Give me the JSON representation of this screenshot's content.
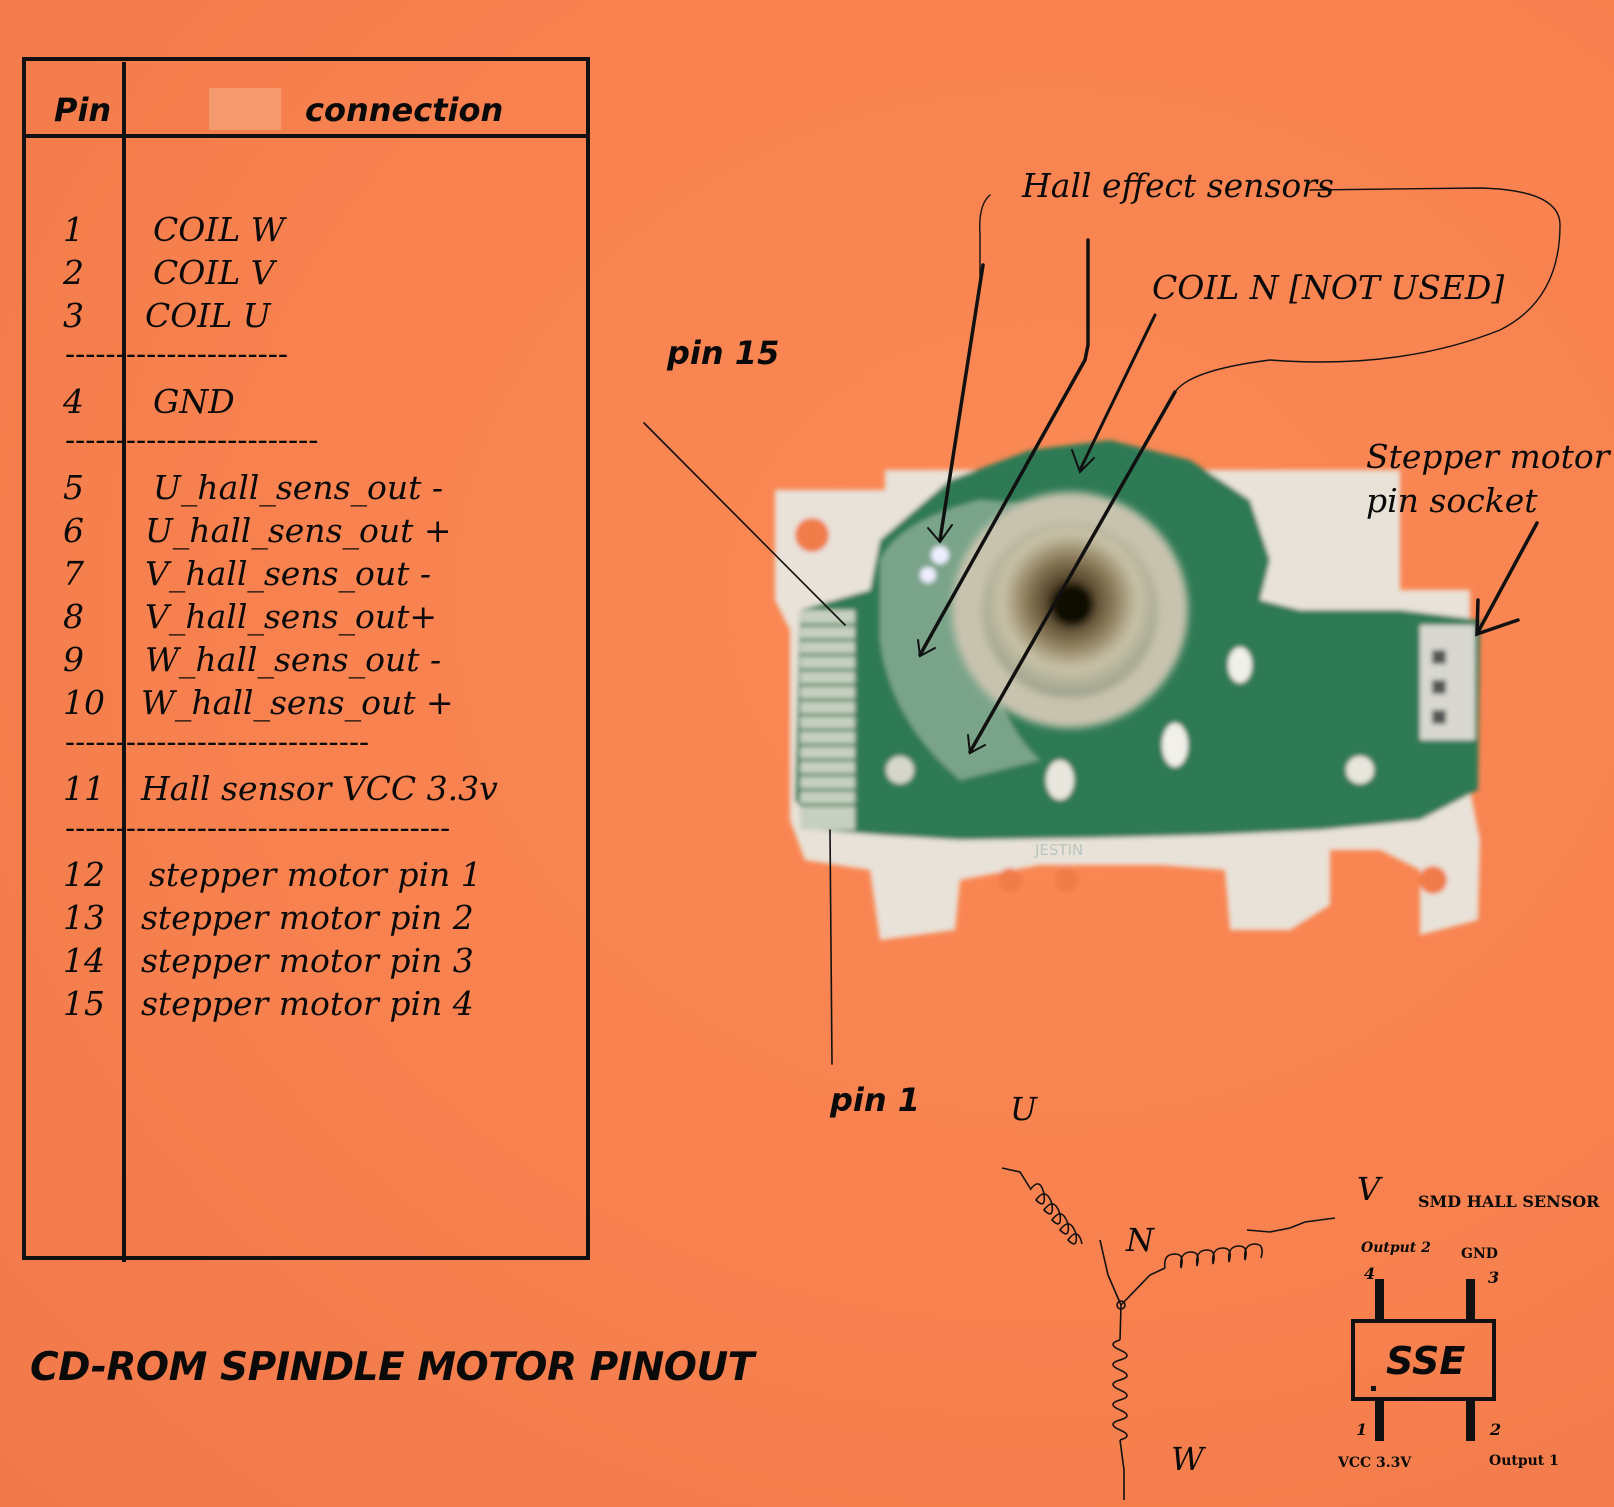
{
  "table": {
    "header_pin": "Pin",
    "header_connection": "connection",
    "rows": [
      {
        "pin": "1",
        "connection": "COIL W"
      },
      {
        "pin": "2",
        "connection": "COIL V"
      },
      {
        "pin": "3",
        "connection": "COIL U"
      },
      {
        "pin": "4",
        "connection": "GND"
      },
      {
        "pin": "5",
        "connection": "U_hall_sens_out -"
      },
      {
        "pin": "6",
        "connection": "U_hall_sens_out +"
      },
      {
        "pin": "7",
        "connection": "V_hall_sens_out -"
      },
      {
        "pin": "8",
        "connection": "V_hall_sens_out+"
      },
      {
        "pin": "9",
        "connection": "W_hall_sens_out -"
      },
      {
        "pin": "10",
        "connection": "W_hall_sens_out +"
      },
      {
        "pin": "11",
        "connection": "Hall sensor VCC 3.3v"
      },
      {
        "pin": "12",
        "connection": "stepper motor pin 1"
      },
      {
        "pin": "13",
        "connection": "stepper motor pin 2"
      },
      {
        "pin": "14",
        "connection": "stepper motor pin 3"
      },
      {
        "pin": "15",
        "connection": "stepper motor pin 4"
      }
    ],
    "separators": [
      "----------------------",
      "-------------------------",
      "------------------------------",
      "--------------------------------------"
    ]
  },
  "title": "CD-ROM SPINDLE MOTOR PINOUT",
  "photo_labels": {
    "pin15": "pin 15",
    "pin1": "pin 1",
    "hall_sensors": "Hall effect sensors",
    "coil_n": "COIL  N [NOT USED]",
    "stepper_socket_line1": "Stepper motor",
    "stepper_socket_line2": "pin socket",
    "board_mark": "JESTIN"
  },
  "coil_diagram": {
    "u": "U",
    "v": "V",
    "w": "W",
    "n": "N"
  },
  "hall_sensor": {
    "title": "SMD HALL SENSOR",
    "chip_label": "SSE",
    "pin1_num": "1",
    "pin2_num": "2",
    "pin3_num": "3",
    "pin4_num": "4",
    "pin1_name": "VCC 3.3V",
    "pin2_name": "Output 1",
    "pin3_name": "GND",
    "pin4_name": "Output 2"
  }
}
